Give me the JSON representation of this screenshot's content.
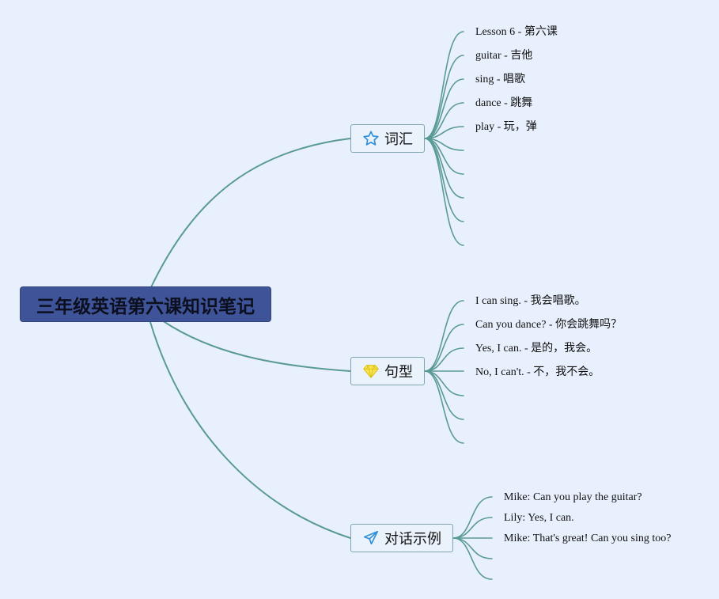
{
  "root": {
    "title": "三年级英语第六课知识笔记"
  },
  "colors": {
    "line": "#5a9a94",
    "root_fill": "#3f5398",
    "branch_fill": "#eaf2fb",
    "branch_border": "#7fa4b0",
    "background": "#e8f0fd"
  },
  "branches": [
    {
      "label": "词汇",
      "icon": "star-icon",
      "items": [
        "Lesson 6 - 第六课",
        "guitar - 吉他",
        "sing - 唱歌",
        "dance - 跳舞",
        "play - 玩，弹"
      ]
    },
    {
      "label": "句型",
      "icon": "diamond-icon",
      "items": [
        "I can sing. - 我会唱歌。",
        "Can you dance? - 你会跳舞吗？",
        "Yes, I can. - 是的，我会。",
        "No, I can't. - 不，我不会。"
      ]
    },
    {
      "label": "对话示例",
      "icon": "paper-plane-icon",
      "items": [
        "Mike: Can you play the guitar?",
        "Lily: Yes, I can.",
        "Mike: That's great! Can you sing too?"
      ]
    }
  ]
}
